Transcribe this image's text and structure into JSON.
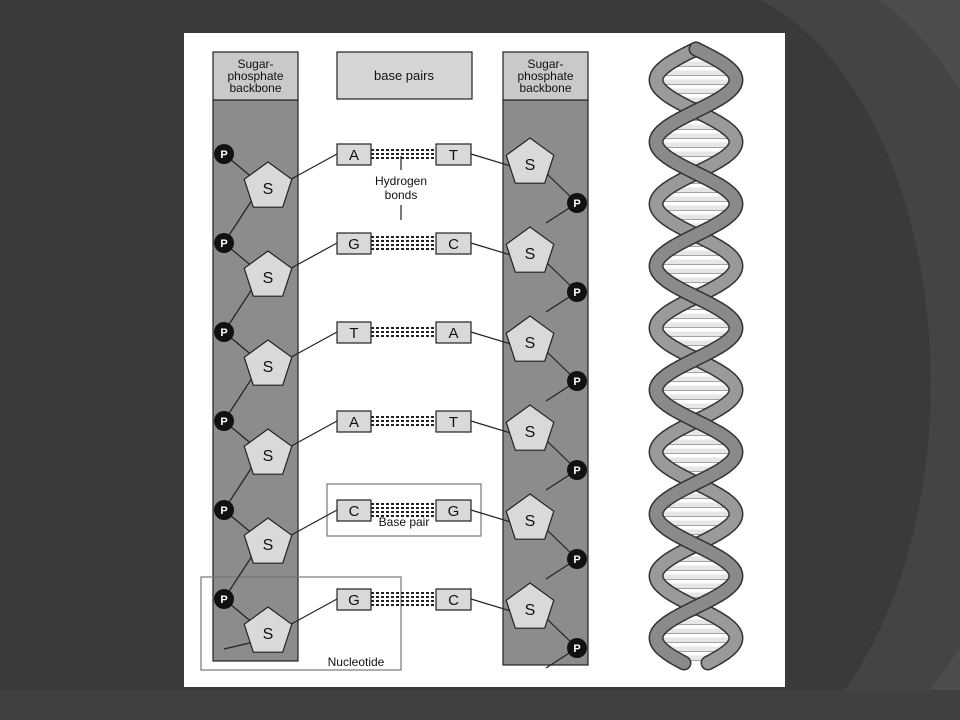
{
  "labels": {
    "left_backbone": [
      "Sugar-",
      "phosphate",
      "backbone"
    ],
    "right_backbone": [
      "Sugar-",
      "phosphate",
      "backbone"
    ],
    "base_pairs_header": "base pairs",
    "hydrogen_bonds": [
      "Hydrogen",
      "bonds"
    ],
    "base_pair": "Base pair",
    "nucleotide": "Nucleotide",
    "phosphate": "P",
    "sugar": "S"
  },
  "pairs": [
    {
      "left": "A",
      "right": "T"
    },
    {
      "left": "G",
      "right": "C"
    },
    {
      "left": "T",
      "right": "A"
    },
    {
      "left": "A",
      "right": "T"
    },
    {
      "left": "C",
      "right": "G"
    },
    {
      "left": "G",
      "right": "C"
    }
  ],
  "colors": {
    "slide_background": "#3a3a3a",
    "backbone_fill": "#8c8c8c",
    "sugar_fill": "#d9d9d9",
    "base_fill": "#d9d9d9",
    "phosphate_fill": "#111111",
    "helix_ribbon": "#8a8a8a"
  }
}
